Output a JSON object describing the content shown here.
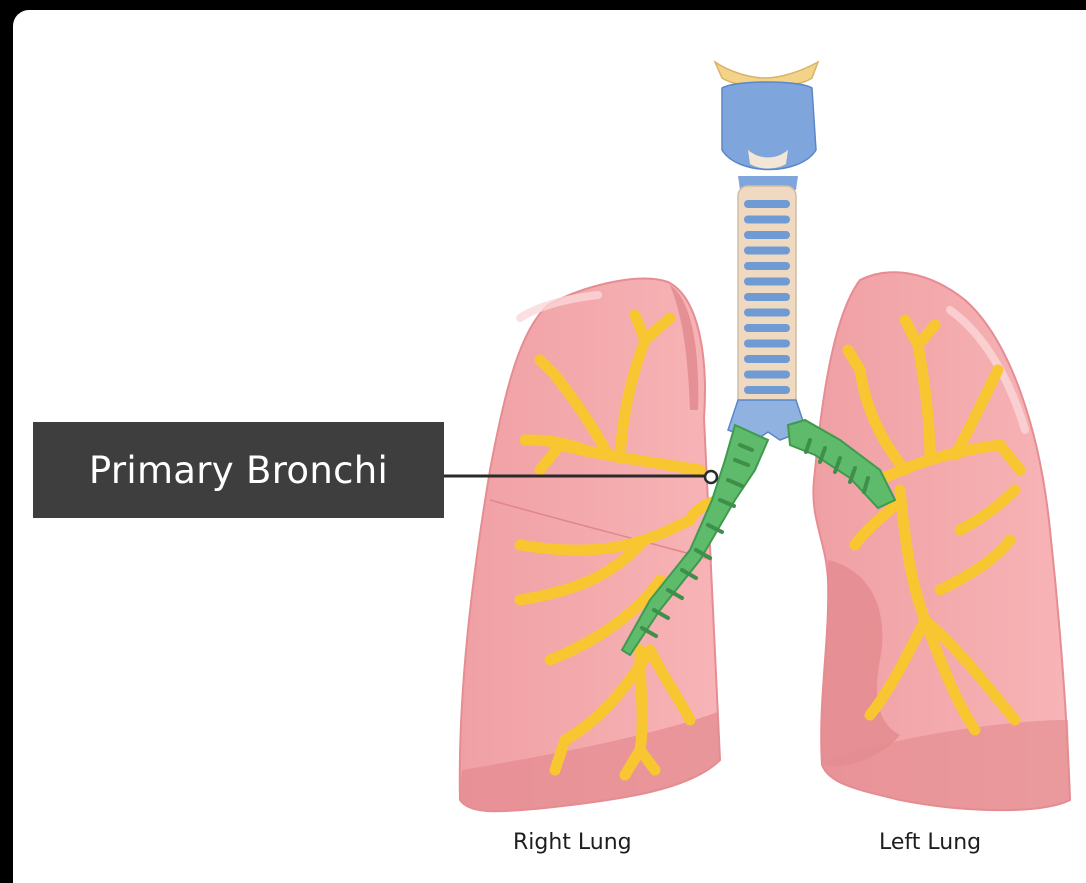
{
  "callout": {
    "label": "Primary Bronchi"
  },
  "lungs": {
    "right_label": "Right Lung",
    "left_label": "Left Lung"
  },
  "colors": {
    "background": "#000000",
    "card": "#ffffff",
    "lung_fill": "#f3a5a8",
    "lung_shadow": "#e48c91",
    "bronchi_highlight": "#5dbb6b",
    "bronchial_tree": "#f8c630",
    "trachea_cartilage": "#6f9ad4",
    "callout_box": "#3e3e3e"
  },
  "icons": {
    "pointer": "pointer-dot-icon"
  }
}
